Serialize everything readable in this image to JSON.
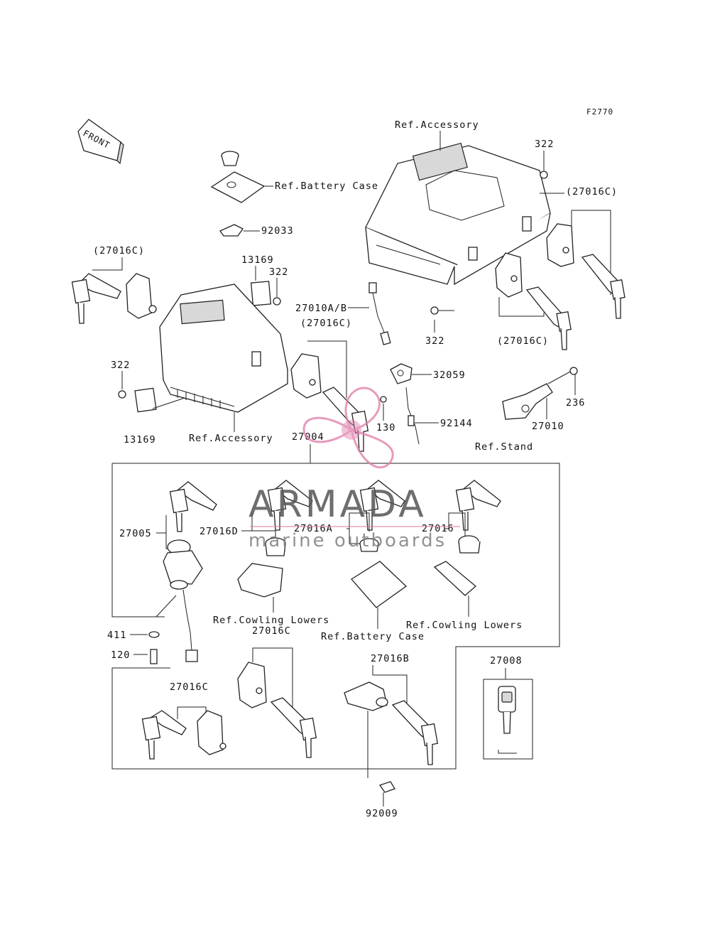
{
  "diagram_code": "F2770",
  "front_label": "FRONT",
  "refs": {
    "accessory_top": "Ref.Accessory",
    "battery_case_top": "Ref.Battery Case",
    "accessory_left": "Ref.Accessory",
    "stand": "Ref.Stand",
    "cowling_lowers_1": "Ref.Cowling Lowers",
    "battery_case_mid": "Ref.Battery Case",
    "cowling_lowers_2": "Ref.Cowling Lowers"
  },
  "parts": {
    "p322_top": "322",
    "p27016C_right": "(27016C)",
    "p92033": "92033",
    "p27016C_left": "(27016C)",
    "p13169_top": "13169",
    "p322_left_top": "322",
    "p27010AB": "27010A/B",
    "p27016C_mid": "(27016C)",
    "p322_mid": "322",
    "p27016C_bottom_right": "(27016C)",
    "p322_left": "322",
    "p32059": "32059",
    "p236": "236",
    "p130": "130",
    "p92144": "92144",
    "p27010": "27010",
    "p13169_bottom": "13169",
    "p27004": "27004",
    "p27005": "27005",
    "p27016D": "27016D",
    "p27016A": "27016A",
    "p27016": "27016",
    "p411": "411",
    "p120": "120",
    "p27016C_box": "27016C",
    "p27016C_box2": "27016C",
    "p27016B": "27016B",
    "p27008": "27008",
    "p92009": "92009"
  },
  "watermark": {
    "title": "ARMADA",
    "subtitle": "marine outboards",
    "color": "#e07aa8"
  }
}
